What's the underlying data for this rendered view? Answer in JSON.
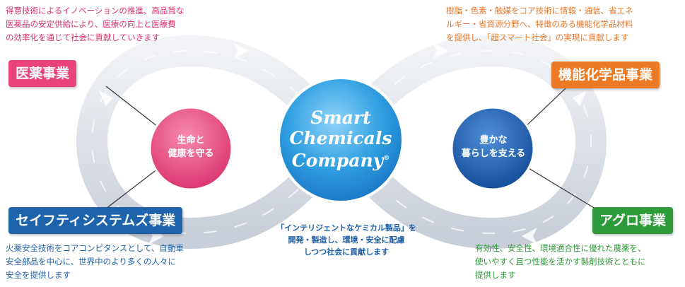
{
  "descriptions": {
    "top_left": "得意技術によるイノベーションの推進、高品質な\n医薬品の安定供給により、医療の向上と医療費\nの効率化を通じて社会に貢献していきます",
    "top_right": "樹脂・色素・触媒をコア技術に情報・通信、省エネ\nルギー・省資源分野へ、特徴のある機能化学品材料\nを提供し、「超スマート社会」の実現に貢献します",
    "bottom_left": "火薬安全技術をコアコンピタンスとして、自動車\n安全部品を中心に、世界中のより多くの人々に\n安全を提供します",
    "bottom_right": "有効性、安全性、環境適合性に優れた農薬を、\n使いやすく且つ性能を活かす製剤技術とともに\n提供します",
    "bottom_center": "「インテリジェントなケミカル製品」を\n開発・製造し、環境・安全に配慮\nしつつ社会に貢献します"
  },
  "labels": {
    "pharma": "医薬事業",
    "functional_chemicals": "機能化学品事業",
    "safety_systems": "セイフティシステムズ事業",
    "agro": "アグロ事業"
  },
  "circles": {
    "left": "生命と\n健康を守る",
    "right": "豊かな\n暮らしを支える",
    "center_line1": "Smart",
    "center_line2": "Chemicals",
    "center_line3": "Company",
    "center_mark": "®"
  },
  "colors": {
    "pharma": "#e8437a",
    "functional_chemicals": "#ec7a25",
    "safety_systems": "#1e64ad",
    "agro": "#2d9b3a",
    "center_circle": "#2f9fe0",
    "left_circle": "#e8437a",
    "right_circle": "#1a58a8",
    "loop": "#d8dde4"
  }
}
